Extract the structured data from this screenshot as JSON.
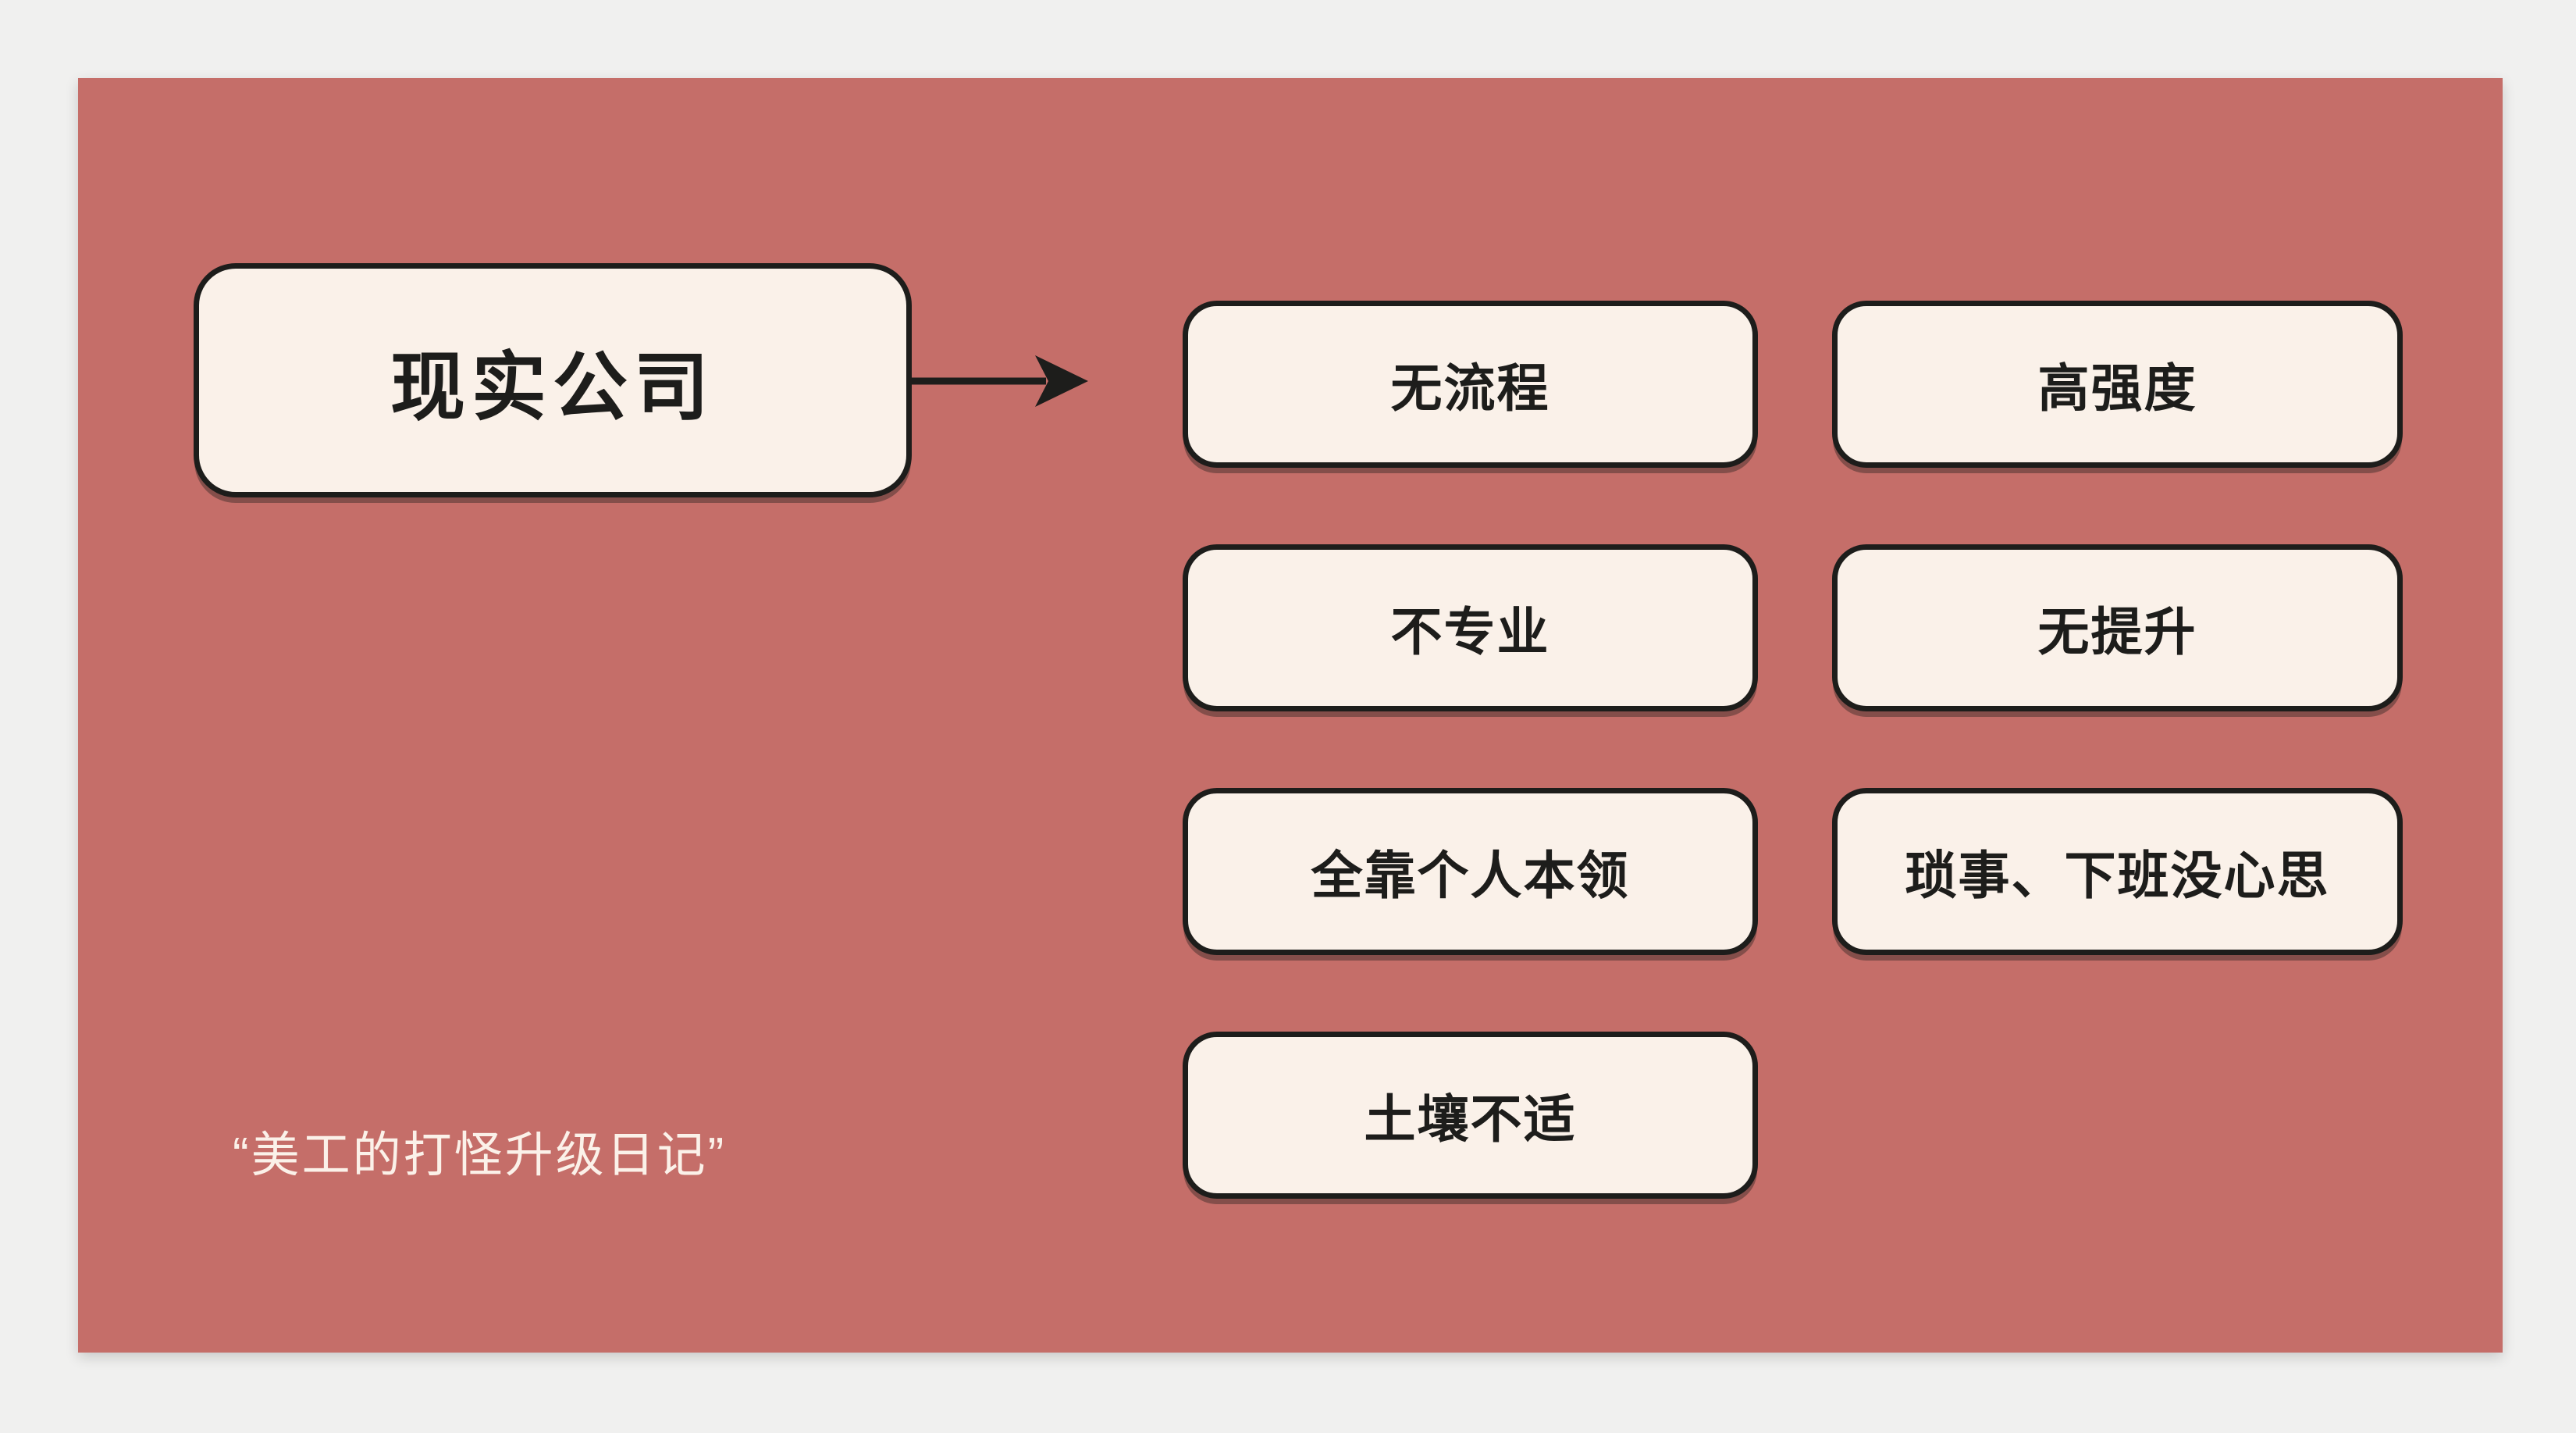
{
  "diagram": {
    "root": {
      "label": "现实公司"
    },
    "branches_left": [
      {
        "label": "无流程"
      },
      {
        "label": "不专业"
      },
      {
        "label": "全靠个人本领"
      },
      {
        "label": "土壤不适"
      }
    ],
    "branches_right": [
      {
        "label": "高强度"
      },
      {
        "label": "无提升"
      },
      {
        "label": "琐事、下班没心思"
      }
    ],
    "caption": "“美工的打怪升级日记”"
  },
  "colors": {
    "page_background": "#f0f0ef",
    "panel_background": "#c56e69",
    "node_fill": "#faf1e9",
    "node_border": "#1d1d1b",
    "caption_text": "#fbf1e9",
    "arrow": "#1d1d1b"
  }
}
